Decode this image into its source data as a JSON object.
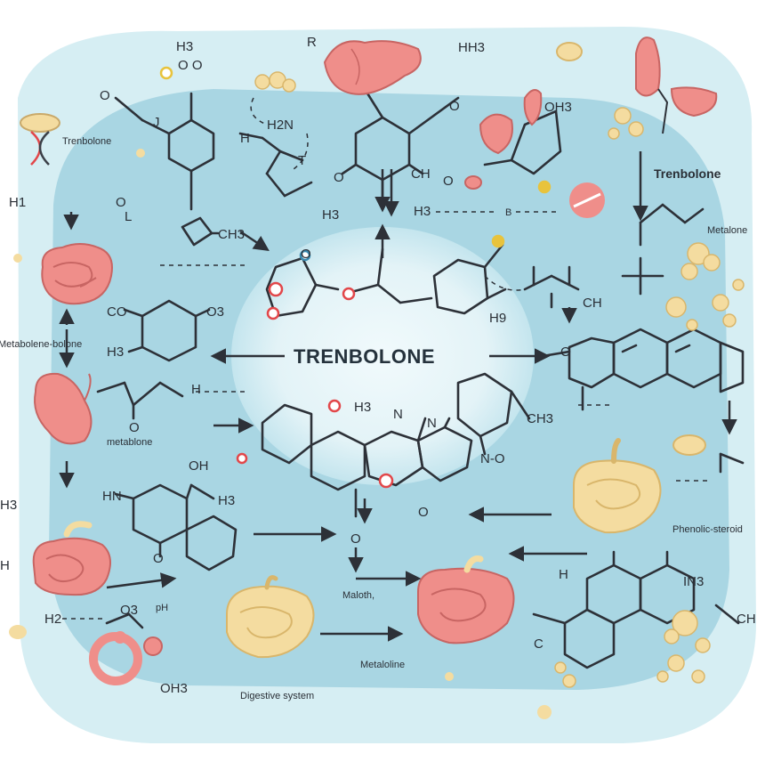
{
  "title": "TRENBOLONE",
  "labels": {
    "trenbolone_left": "Trenbolone",
    "trenbolone_right": "Trenbolone",
    "metalone_right": "Metalone",
    "metabolone": "metablone",
    "metabolone_lower": "Metaloline",
    "digestive": "Digestive system",
    "phenolic": "Phenolic-steroid",
    "left_cut": "Metabolene-bolone",
    "mid_small": "Maloth,",
    "mid_small2": "pH"
  },
  "atoms": {
    "h3_top": "H3",
    "o2_top": "O O",
    "r_top": "R",
    "hh3_top": "HH3",
    "oh3_top": "OH3",
    "o_left1": "O",
    "j_left": "J",
    "h2n": "H2N",
    "h_left": "H",
    "t_mid": "T",
    "h1": "H1",
    "o_ring": "O",
    "l": "L",
    "ch3_1": "CH3",
    "h3_mid": "H3",
    "o_mid1": "O",
    "o_mid2": "O",
    "ch_right": "CH",
    "o_right": "O",
    "b": "B",
    "h3b": "H3",
    "co": "CO",
    "o3": "O3",
    "h3c": "H3",
    "oe": "O",
    "c": "C",
    "ch_r2": "CH",
    "h9": "H9",
    "h3_left2": "H3",
    "ih": "H",
    "o_small": "O",
    "h3_c1": "H3",
    "n1": "N",
    "n2": "N",
    "ch3_r": "CH3",
    "no": "N-O",
    "o_bot": "O",
    "ou": "O",
    "hn": "HN",
    "oh_1": "OH",
    "h3_2": "H3",
    "o_b2": "O",
    "h3_l": "H3",
    "h_l2": "H",
    "h2": "H2",
    "o3_b": "O3",
    "oh3_b": "OH3",
    "h_br": "H",
    "in3": "IN3",
    "ch_br": "CH",
    "c_br": "C"
  },
  "colors": {
    "bg_outer": "#d6eef3",
    "bg_inner": "#a9d6e3",
    "center_glow": "#e9f6f9",
    "line": "#2d3138",
    "organ_pink": "#ef8e8a",
    "organ_cream": "#f4dca0",
    "atom_red": "#e2474a",
    "atom_yellow": "#e8c33c"
  }
}
